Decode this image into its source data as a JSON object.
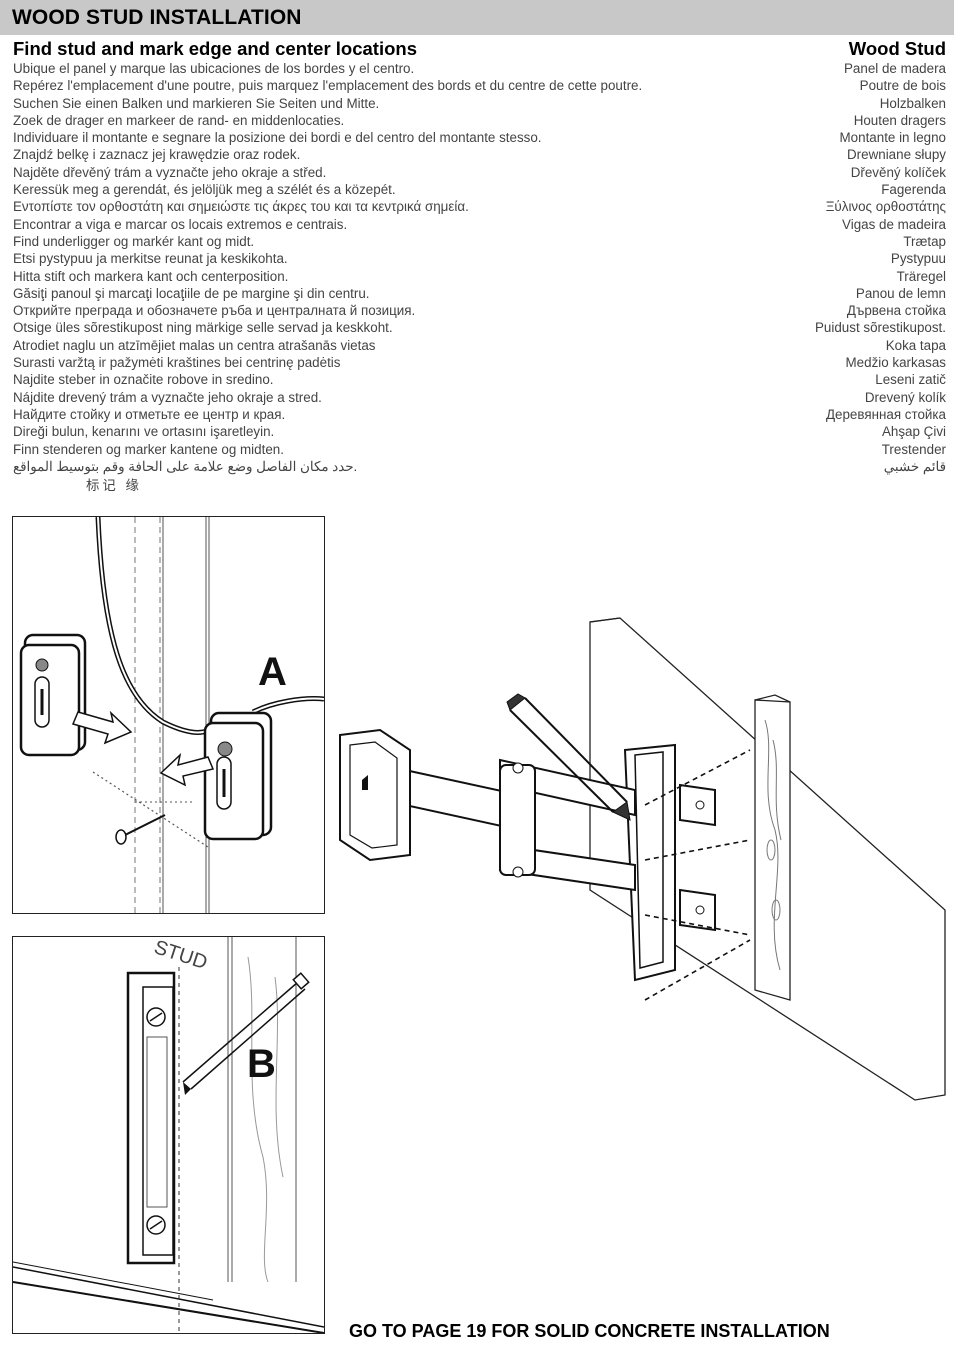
{
  "header": {
    "title": "WOOD STUD INSTALLATION"
  },
  "instructions": {
    "heading": "Find stud and mark edge and center locations",
    "lines": [
      "Ubique el panel y marque las ubicaciones de los bordes y el centro.",
      "Repérez l'emplacement d'une poutre, puis marquez l'emplacement des bords et du centre de cette poutre.",
      "Suchen Sie einen Balken und markieren Sie Seiten und Mitte.",
      "Zoek de drager en markeer de rand- en middenlocaties.",
      "Individuare il montante e segnare la posizione dei bordi e del centro del montante stesso.",
      "Znajdź belkę i zaznacz jej krawędzie oraz rodek.",
      "Najděte dřevěný trám a vyznačte jeho okraje a střed.",
      "Keressük meg a gerendát, és jelöljük meg a szélét és a közepét.",
      "Εντοπίστε τον ορθοστάτη και σημειώστε τις άκρες του και τα κεντρικά σημεία.",
      "Encontrar a viga e marcar os locais extremos e centrais.",
      "Find underligger og markér kant og midt.",
      "Etsi pystypuu ja merkitse reunat ja keskikohta.",
      "Hitta stift och markera kant och centerposition.",
      "Găsiţi panoul şi marcaţi locaţiile de pe margine şi din centru.",
      "Открийте преграда и обозначете ръба и централната й позиция.",
      "Otsige üles sõrestikupost ning märkige selle servad ja keskkoht.",
      "Atrodiet naglu un atzīmējiet malas un centra atrašanās vietas",
      "Surasti varžtą ir pažymėti kraštines bei centrinę padėtis",
      "Najdite steber in označite robove in sredino.",
      "Nájdite drevený trám a vyznačte jeho okraje a stred.",
      "Найдите стойку и отметьте ее центр и края.",
      "Direği bulun, kenarını ve ortasını işaretleyin.",
      "Finn stenderen og marker kantene og midten.",
      "حدد مكان الفاصل وضع علامة على الحافة وقم بتوسيط المواقع."
    ],
    "chinese_line": "标记 缘"
  },
  "terms": {
    "heading": "Wood Stud",
    "lines": [
      "Panel de madera",
      "Poutre de bois",
      "Holzbalken",
      "Houten dragers",
      "Montante in legno",
      "Drewniane słupy",
      "Dřevěný kolíček",
      "Fagerenda",
      "Ξύλινος ορθοστάτης",
      "Vigas de madeira",
      "Trætap",
      "Pystypuu",
      "Träregel",
      "Panou de lemn",
      "Дървена стойка",
      "Puidust sõrestikupost.",
      "Koka tapa",
      "Medžio karkasas",
      "Leseni zatič",
      "Drevený kolík",
      "Деревянная стойка",
      "Ahşap Çivi",
      "Trestender",
      "قائم خشبي"
    ]
  },
  "figures": {
    "a_label": "A",
    "b_label": "B",
    "stud_label": "STUD"
  },
  "footer": {
    "note": "GO TO PAGE 19 FOR SOLID CONCRETE INSTALLATION"
  }
}
